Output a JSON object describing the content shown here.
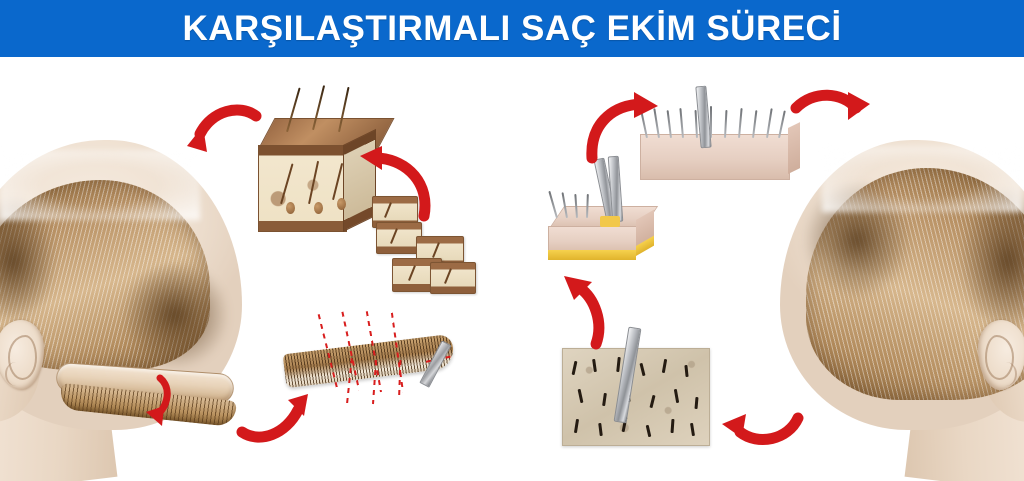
{
  "banner": {
    "title": "KARŞILAŞTIRMALI SAÇ EKİM SÜRECİ",
    "background_color": "#0a68cc",
    "text_color": "#ffffff"
  },
  "colors": {
    "arrow_red": "#d3191b",
    "arrow_red_dark": "#9e1113",
    "cut_line_red": "#d81e1e",
    "skin_light": "#f0e2d3",
    "hair_brown": "#b89164",
    "hair_dark": "#7e5a30",
    "fat_yellow": "#f0c440",
    "steel": "#9a9ca0"
  },
  "figures": {
    "left_head": {
      "name": "FUT donor strip harvest head",
      "description": "Side/back view of a head with donor strip being removed from the occipital area"
    },
    "skin_block": {
      "name": "Skin cross-section block with hair follicles"
    },
    "graft_stack": {
      "name": "Dissected follicular unit grafts"
    },
    "strip_dissection": {
      "name": "Harvested donor strip with red dashed cutting lines and scalpel"
    },
    "fue_punch_block": {
      "name": "FUE punch extraction on skin block with fat layer"
    },
    "fue_donor_pad": {
      "name": "Donor area pad with punch tool and hair shafts"
    },
    "scalp_photo": {
      "name": "Close-up scalp with punch tool among shaved hairs"
    },
    "right_head": {
      "name": "Result head with restored hair"
    }
  },
  "arrows": [
    {
      "id": "arrow-1",
      "direction": "left-down",
      "label": "head to skin block"
    },
    {
      "id": "arrow-2",
      "direction": "up-left",
      "label": "grafts to skin block"
    },
    {
      "id": "arrow-3",
      "direction": "small-down",
      "label": "strip lift"
    },
    {
      "id": "arrow-4",
      "direction": "up-right",
      "label": "strip to dissection"
    },
    {
      "id": "arrow-5",
      "direction": "up-left",
      "label": "punch block to donor pad"
    },
    {
      "id": "arrow-6",
      "direction": "up",
      "label": "scalp photo to punch block"
    },
    {
      "id": "arrow-7",
      "direction": "right",
      "label": "donor pad to result head"
    },
    {
      "id": "arrow-8",
      "direction": "left",
      "label": "result head to scalp photo"
    }
  ]
}
